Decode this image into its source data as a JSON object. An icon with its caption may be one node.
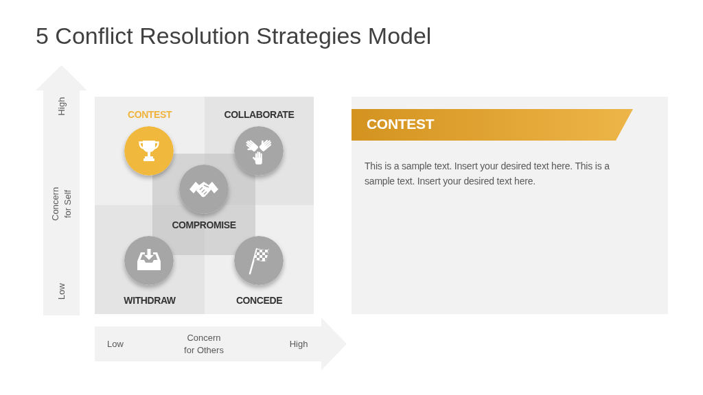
{
  "diagram": {
    "title": "5 Conflict Resolution Strategies Model",
    "nodes": [
      {
        "text": [
          "High",
          "Concern for Self",
          "Low"
        ]
      },
      {
        "text": [
          "CONTEST"
        ]
      },
      {
        "text": [
          "COLLABORATE"
        ]
      },
      {
        "text": [
          "COMPROMISE"
        ]
      },
      {
        "text": [
          "WITHDRAW"
        ]
      },
      {
        "text": [
          "CONCEDE"
        ]
      },
      {
        "text": [
          "Low",
          "Concern for Others",
          "High"
        ]
      },
      {
        "text": [
          "This is a sample text. Insert your desired text here. This is a sample text. Insert your desired text here."
        ]
      },
      {
        "text": [
          "CONTEST"
        ],
        "in": 7
      }
    ]
  }
}
